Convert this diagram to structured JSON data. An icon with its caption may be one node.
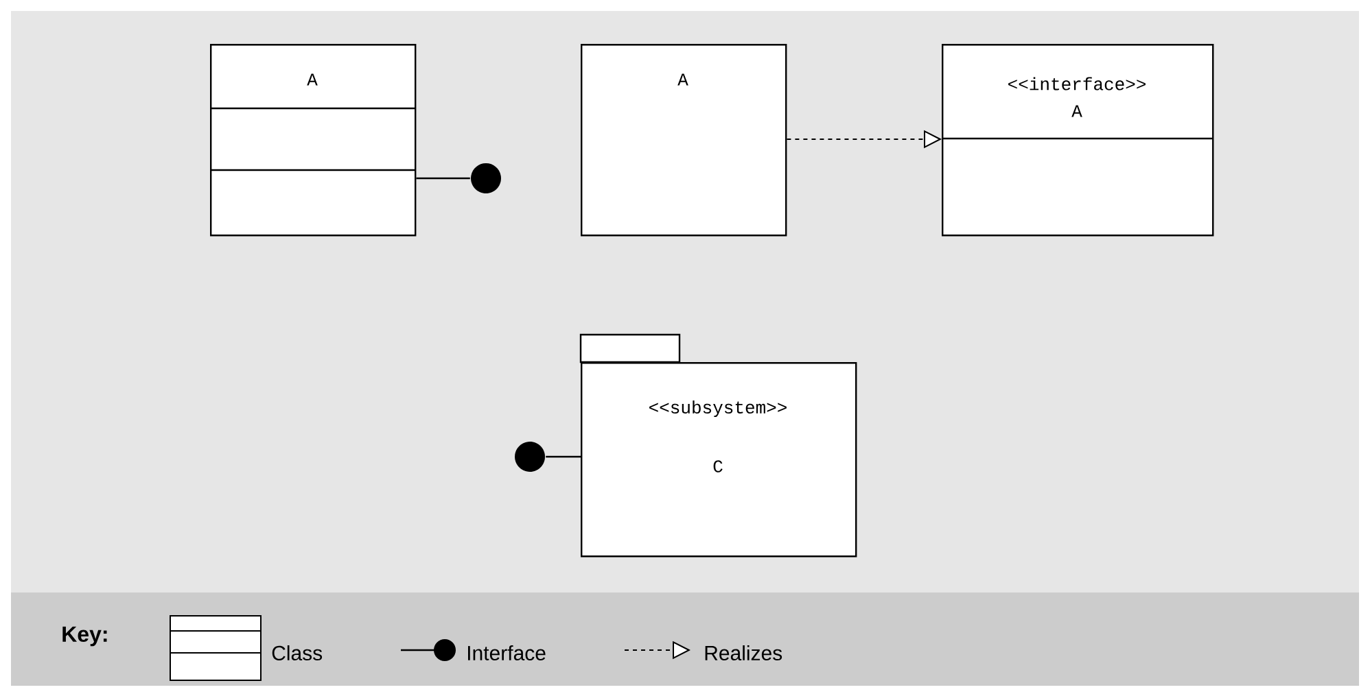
{
  "diagram": {
    "nodes": [
      {
        "text": [
          "A"
        ]
      },
      {
        "text": [],
        "shape": "circle"
      },
      {
        "text": [
          "A"
        ]
      },
      {
        "text": [
          "<<interface>>",
          "A"
        ]
      },
      {
        "text": [
          "<<subsystem>>",
          "C"
        ]
      },
      {
        "text": [],
        "shape": "circle"
      }
    ],
    "edges": [
      {
        "from": 0,
        "to": 1,
        "arrow": "none"
      },
      {
        "from": 2,
        "to": 3,
        "arrow": "to",
        "style": "dashed"
      },
      {
        "from": 5,
        "to": 4,
        "arrow": "none"
      }
    ],
    "labels": [
      "Key:"
    ],
    "legend": [
      {
        "text": "Class"
      },
      {
        "text": "Interface"
      },
      {
        "text": "Realizes"
      }
    ]
  }
}
